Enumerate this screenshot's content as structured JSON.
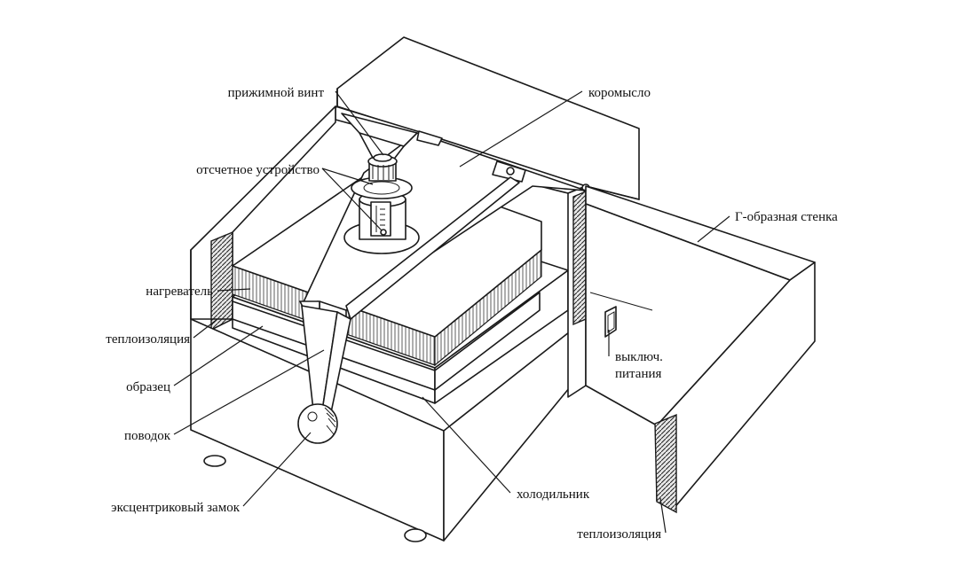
{
  "labels": {
    "clamp_screw": "прижимной винт",
    "beam": "коромысло",
    "reading_device": "отсчетное устройство",
    "l_shaped_wall": "Г-образная стенка",
    "heater": "нагреватель",
    "insulation_left": "теплоизоляция",
    "sample": "образец",
    "power_switch_line1": "выключ.",
    "power_switch_line2": "питания",
    "lever": "поводок",
    "eccentric_lock": "эксцентриковый замок",
    "cooler": "холодильник",
    "insulation_right": "теплоизоляция"
  },
  "colors": {
    "line": "#1a1a1a",
    "background": "#ffffff"
  }
}
